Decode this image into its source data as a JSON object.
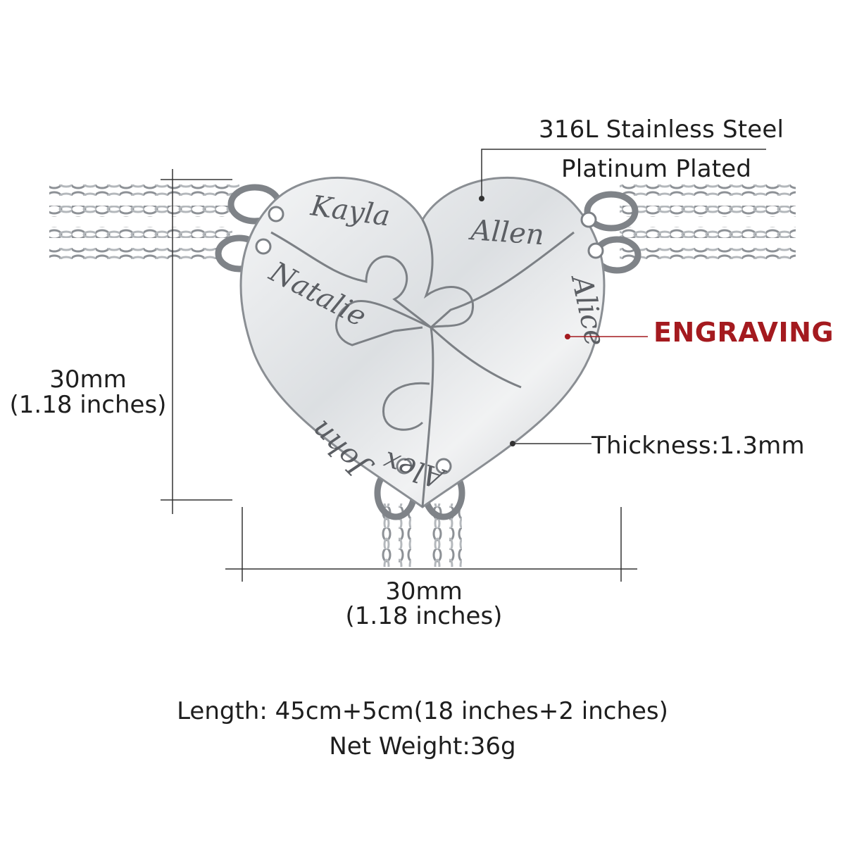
{
  "specs": {
    "material": "316L Stainless Steel",
    "plating": "Platinum Plated",
    "engraving_label": "ENGRAVING",
    "thickness": "Thickness:1.3mm"
  },
  "dimensions": {
    "height_mm": "30mm",
    "height_in": "(1.18 inches)",
    "width_mm": "30mm",
    "width_in": "(1.18 inches)"
  },
  "footer": {
    "length": "Length: 45cm+5cm(18 inches+2 inches)",
    "weight": "Net Weight:36g"
  },
  "engraved_names": [
    "Kayla",
    "Allen",
    "Natalie",
    "Alice",
    "John",
    "Alex"
  ],
  "colors": {
    "engraving_accent": "#a41a1f",
    "steel": "#e6e8ea",
    "steel_dark": "#9a9ea3",
    "line": "#333333"
  }
}
